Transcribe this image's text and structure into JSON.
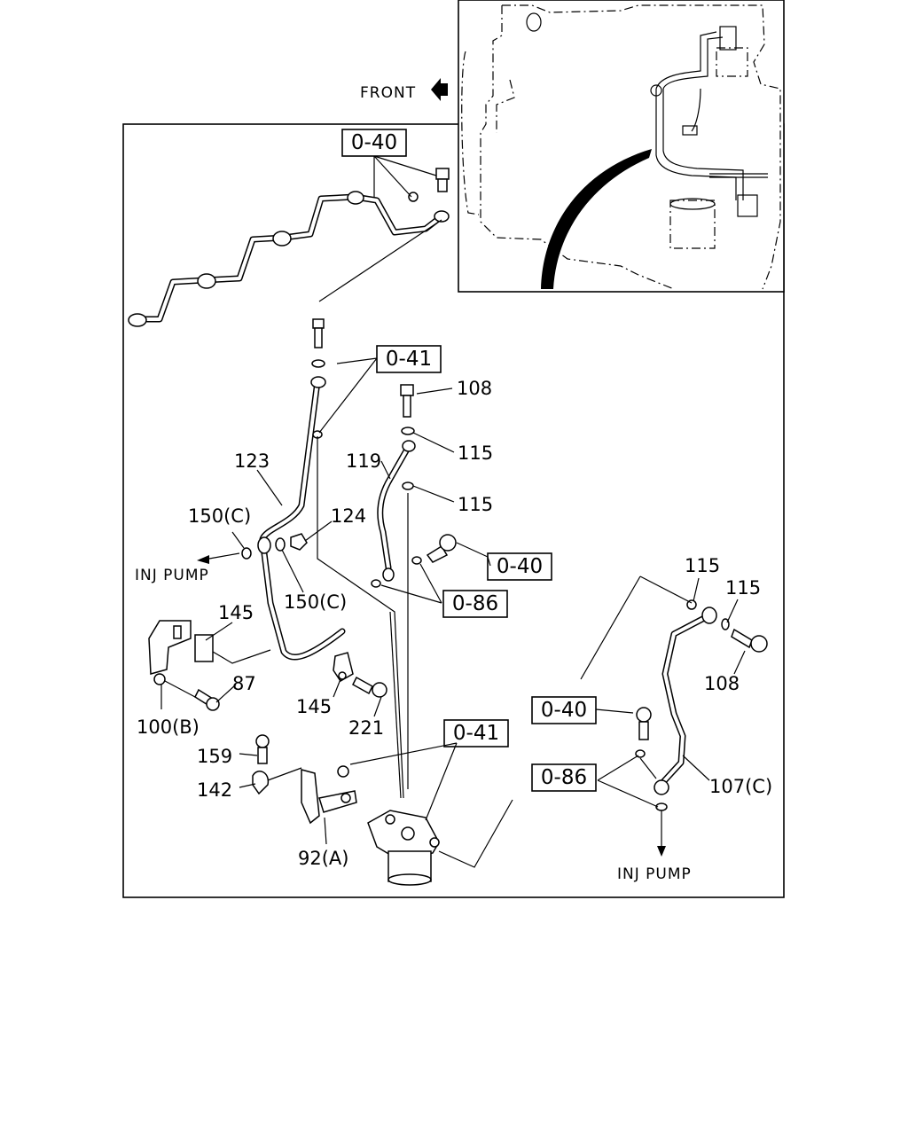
{
  "header": {
    "front_label": "FRONT"
  },
  "ref_boxes": {
    "r040_top": "0-40",
    "r041_top": "0-41",
    "r040_mid": "0-40",
    "r086_mid": "0-86",
    "r041_bottom": "0-41",
    "r040_right": "0-40",
    "r086_right": "0-86"
  },
  "callouts": {
    "c108_top": "108",
    "c115_a": "115",
    "c119": "119",
    "c115_b": "115",
    "c123": "123",
    "c124": "124",
    "c150c_left": "150(C)",
    "c150c_mid": "150(C)",
    "c145_a": "145",
    "c87": "87",
    "c145_b": "145",
    "c100b": "100(B)",
    "c221": "221",
    "c159": "159",
    "c142": "142",
    "c92a": "92(A)",
    "c115_c": "115",
    "c115_d": "115",
    "c108_right": "108",
    "c107c": "107(C)"
  },
  "notes": {
    "inj_pump_left": "INJ PUMP",
    "inj_pump_right": "INJ PUMP"
  },
  "icons": {
    "front_arrow": "left-arrow-icon"
  }
}
